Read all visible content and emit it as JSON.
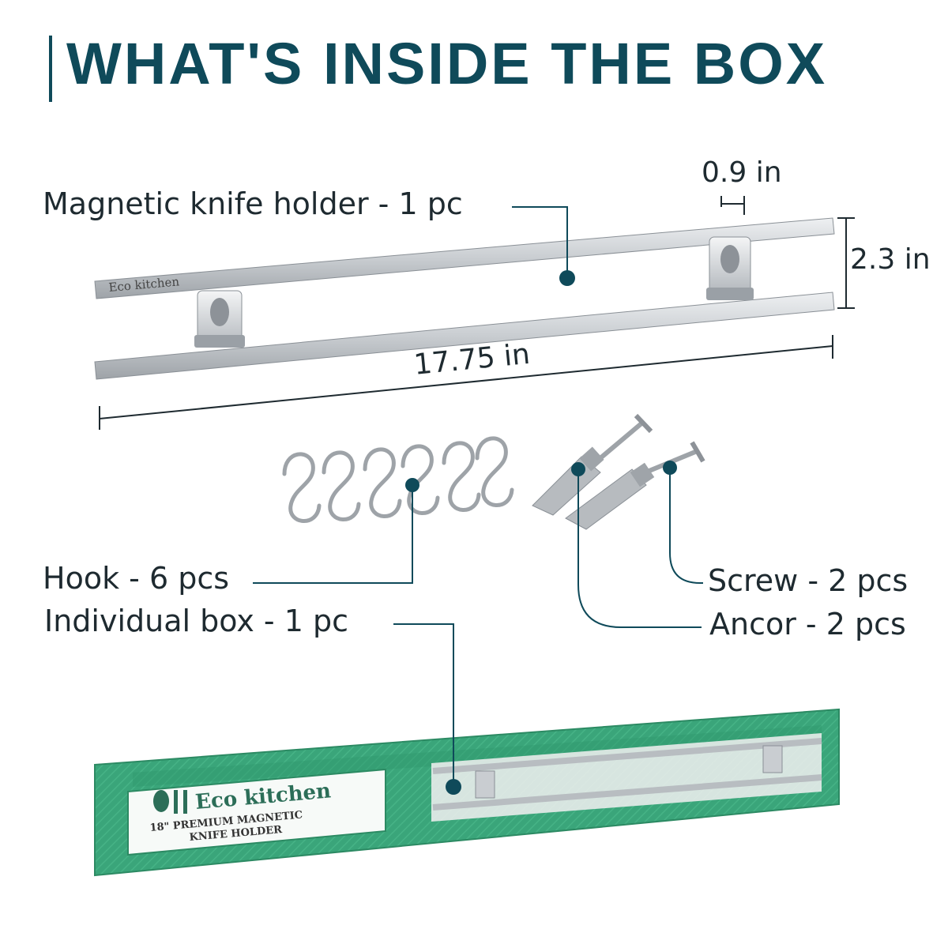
{
  "title": "WHAT'S INSIDE THE BOX",
  "items": {
    "knife_holder": "Magnetic knife holder - 1 pc",
    "hook": "Hook - 6 pcs",
    "individual_box": "Individual box - 1 pc",
    "screw": "Screw - 2 pcs",
    "anchor": "Ancor - 2 pcs"
  },
  "dimensions": {
    "depth": "0.9 in",
    "height": "2.3 in",
    "length": "17.75 in"
  },
  "holder_brand": "Eco kitchen",
  "box": {
    "brand": "Eco kitchen",
    "line1": "18\" PREMIUM MAGNETIC",
    "line2": "KNIFE HOLDER"
  },
  "colors": {
    "accent": "#0f4a5a",
    "box_green": "#3aa57a",
    "steel": "#c9cdd1"
  }
}
